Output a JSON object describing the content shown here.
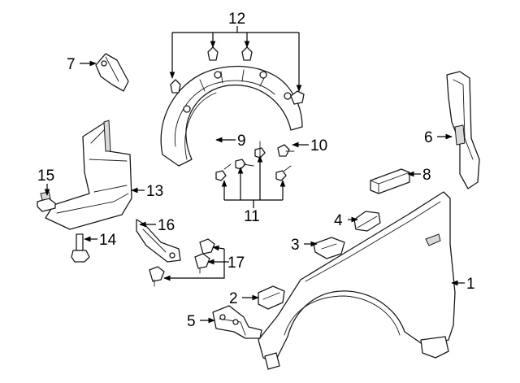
{
  "callouts": [
    {
      "id": "fender",
      "label": "1"
    },
    {
      "id": "bracket-small",
      "label": "2"
    },
    {
      "id": "clip-lower",
      "label": "3"
    },
    {
      "id": "clip-upper",
      "label": "4"
    },
    {
      "id": "hinge-bracket",
      "label": "5"
    },
    {
      "id": "side-seal",
      "label": "6"
    },
    {
      "id": "upper-bracket",
      "label": "7"
    },
    {
      "id": "foam-pad",
      "label": "8"
    },
    {
      "id": "fender-liner",
      "label": "9"
    },
    {
      "id": "bolt-single",
      "label": "10"
    },
    {
      "id": "bolt-group",
      "label": "11"
    },
    {
      "id": "liner-clips",
      "label": "12"
    },
    {
      "id": "splash-shield",
      "label": "13"
    },
    {
      "id": "retainer-bolt",
      "label": "14"
    },
    {
      "id": "nut-clip",
      "label": "15"
    },
    {
      "id": "lower-trim",
      "label": "16"
    },
    {
      "id": "push-clips",
      "label": "17"
    }
  ],
  "colors": {
    "line": "#1a1a1a",
    "leader": "#000000",
    "shade": "#d9d9d9",
    "background": "#ffffff"
  }
}
